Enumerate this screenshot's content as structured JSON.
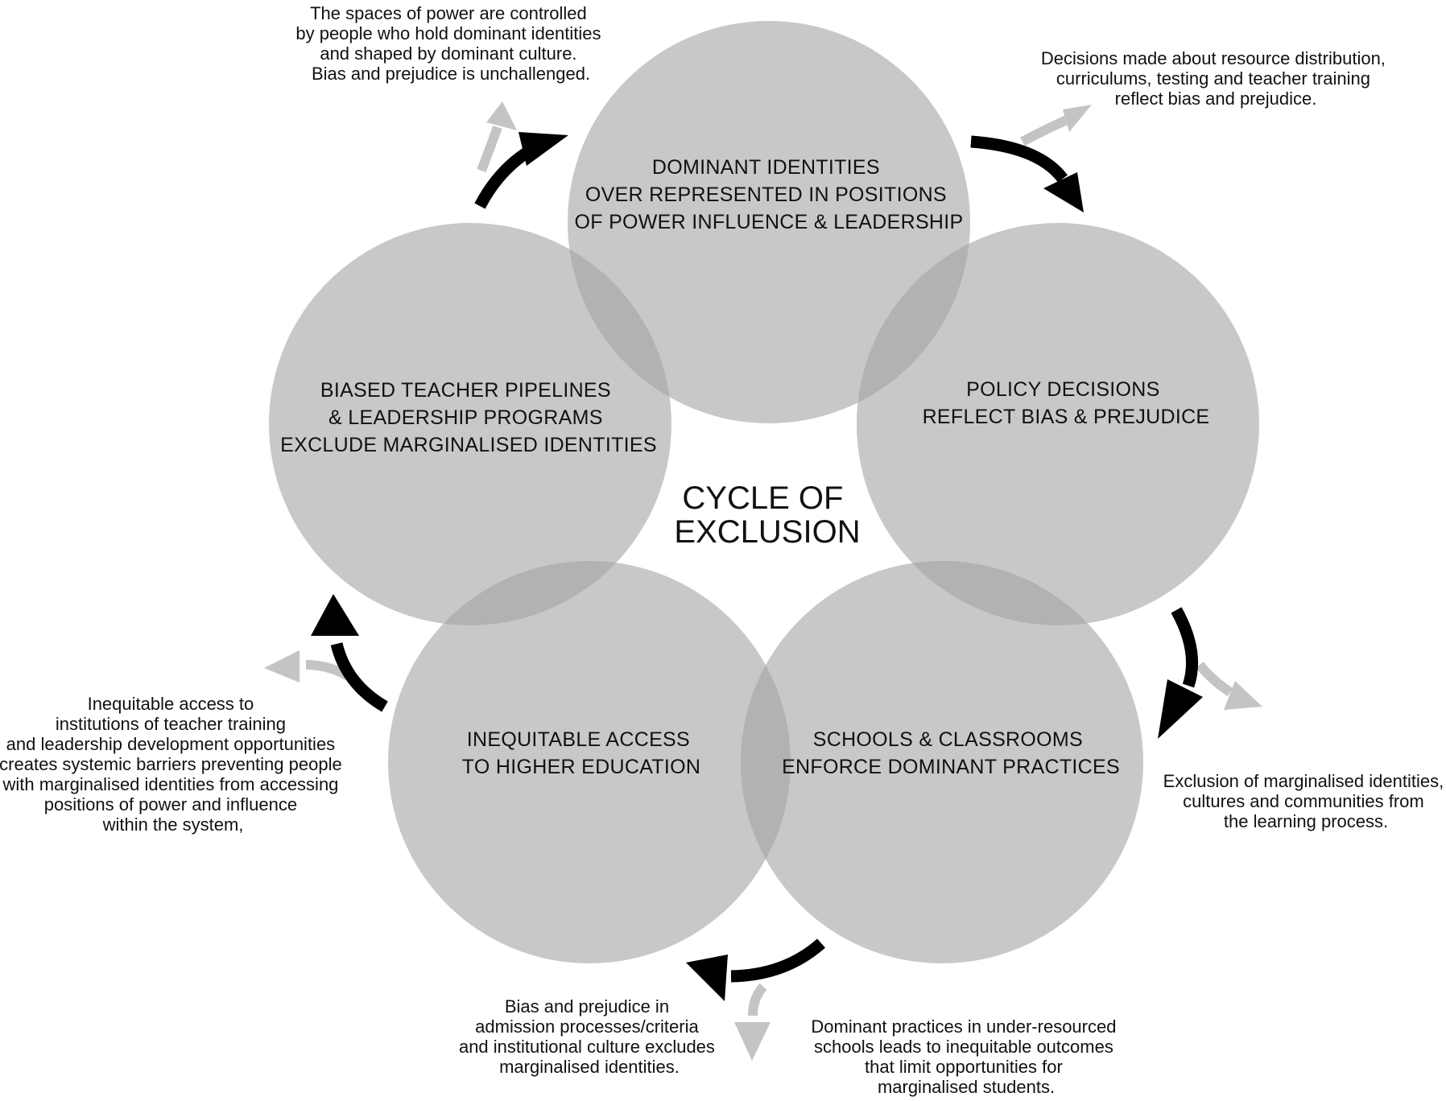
{
  "title": "CYCLE OF EXCLUSION",
  "title_lines": [
    "CYCLE OF",
    "EXCLUSION"
  ],
  "colors": {
    "circle_fill": "#a3a3a3",
    "main_arrow": "#000000",
    "side_arrow": "#c4c4c4",
    "text": "#111111",
    "background": "#ffffff"
  },
  "stages": [
    {
      "id": "dominant-identities",
      "lines": [
        "DOMINANT IDENTITIES",
        "OVER REPRESENTED IN POSITIONS",
        "OF POWER INFLUENCE & LEADERSHIP"
      ]
    },
    {
      "id": "policy-decisions",
      "lines": [
        "POLICY DECISIONS",
        "REFLECT BIAS & PREJUDICE"
      ]
    },
    {
      "id": "schools-classrooms",
      "lines": [
        "SCHOOLS & CLASSROOMS",
        "ENFORCE DOMINANT PRACTICES"
      ]
    },
    {
      "id": "inequitable-access",
      "lines": [
        "INEQUITABLE ACCESS",
        "TO HIGHER EDUCATION"
      ]
    },
    {
      "id": "biased-pipelines",
      "lines": [
        "BIASED TEACHER PIPELINES",
        "& LEADERSHIP PROGRAMS",
        "EXCLUDE MARGINALISED IDENTITIES"
      ]
    }
  ],
  "notes": [
    {
      "id": "spaces-of-power",
      "lines": [
        "The spaces of power are controlled",
        "by people who hold dominant identities",
        "and shaped by dominant culture.",
        "Bias and prejudice is unchallenged."
      ]
    },
    {
      "id": "resource-decisions",
      "lines": [
        "Decisions made about resource distribution,",
        "curriculums, testing and teacher training",
        "reflect bias and prejudice."
      ]
    },
    {
      "id": "exclusion-learning",
      "lines": [
        "Exclusion of marginalised identities,",
        "cultures and communities from",
        "the learning process."
      ]
    },
    {
      "id": "dominant-practices",
      "lines": [
        "Dominant practices in under-resourced",
        "schools leads to inequitable outcomes",
        "that limit opportunities for",
        "marginalised students."
      ]
    },
    {
      "id": "admission-bias",
      "lines": [
        "Bias and prejudice in",
        "admission processes/criteria",
        "and institutional culture excludes",
        "marginalised identities."
      ]
    },
    {
      "id": "systemic-barriers",
      "lines": [
        "Inequitable access to",
        "institutions of teacher training",
        "and leadership development opportunities",
        "creates systemic barriers preventing people",
        "with marginalised identities from accessing",
        "positions of power and influence",
        "within the system,"
      ]
    }
  ]
}
